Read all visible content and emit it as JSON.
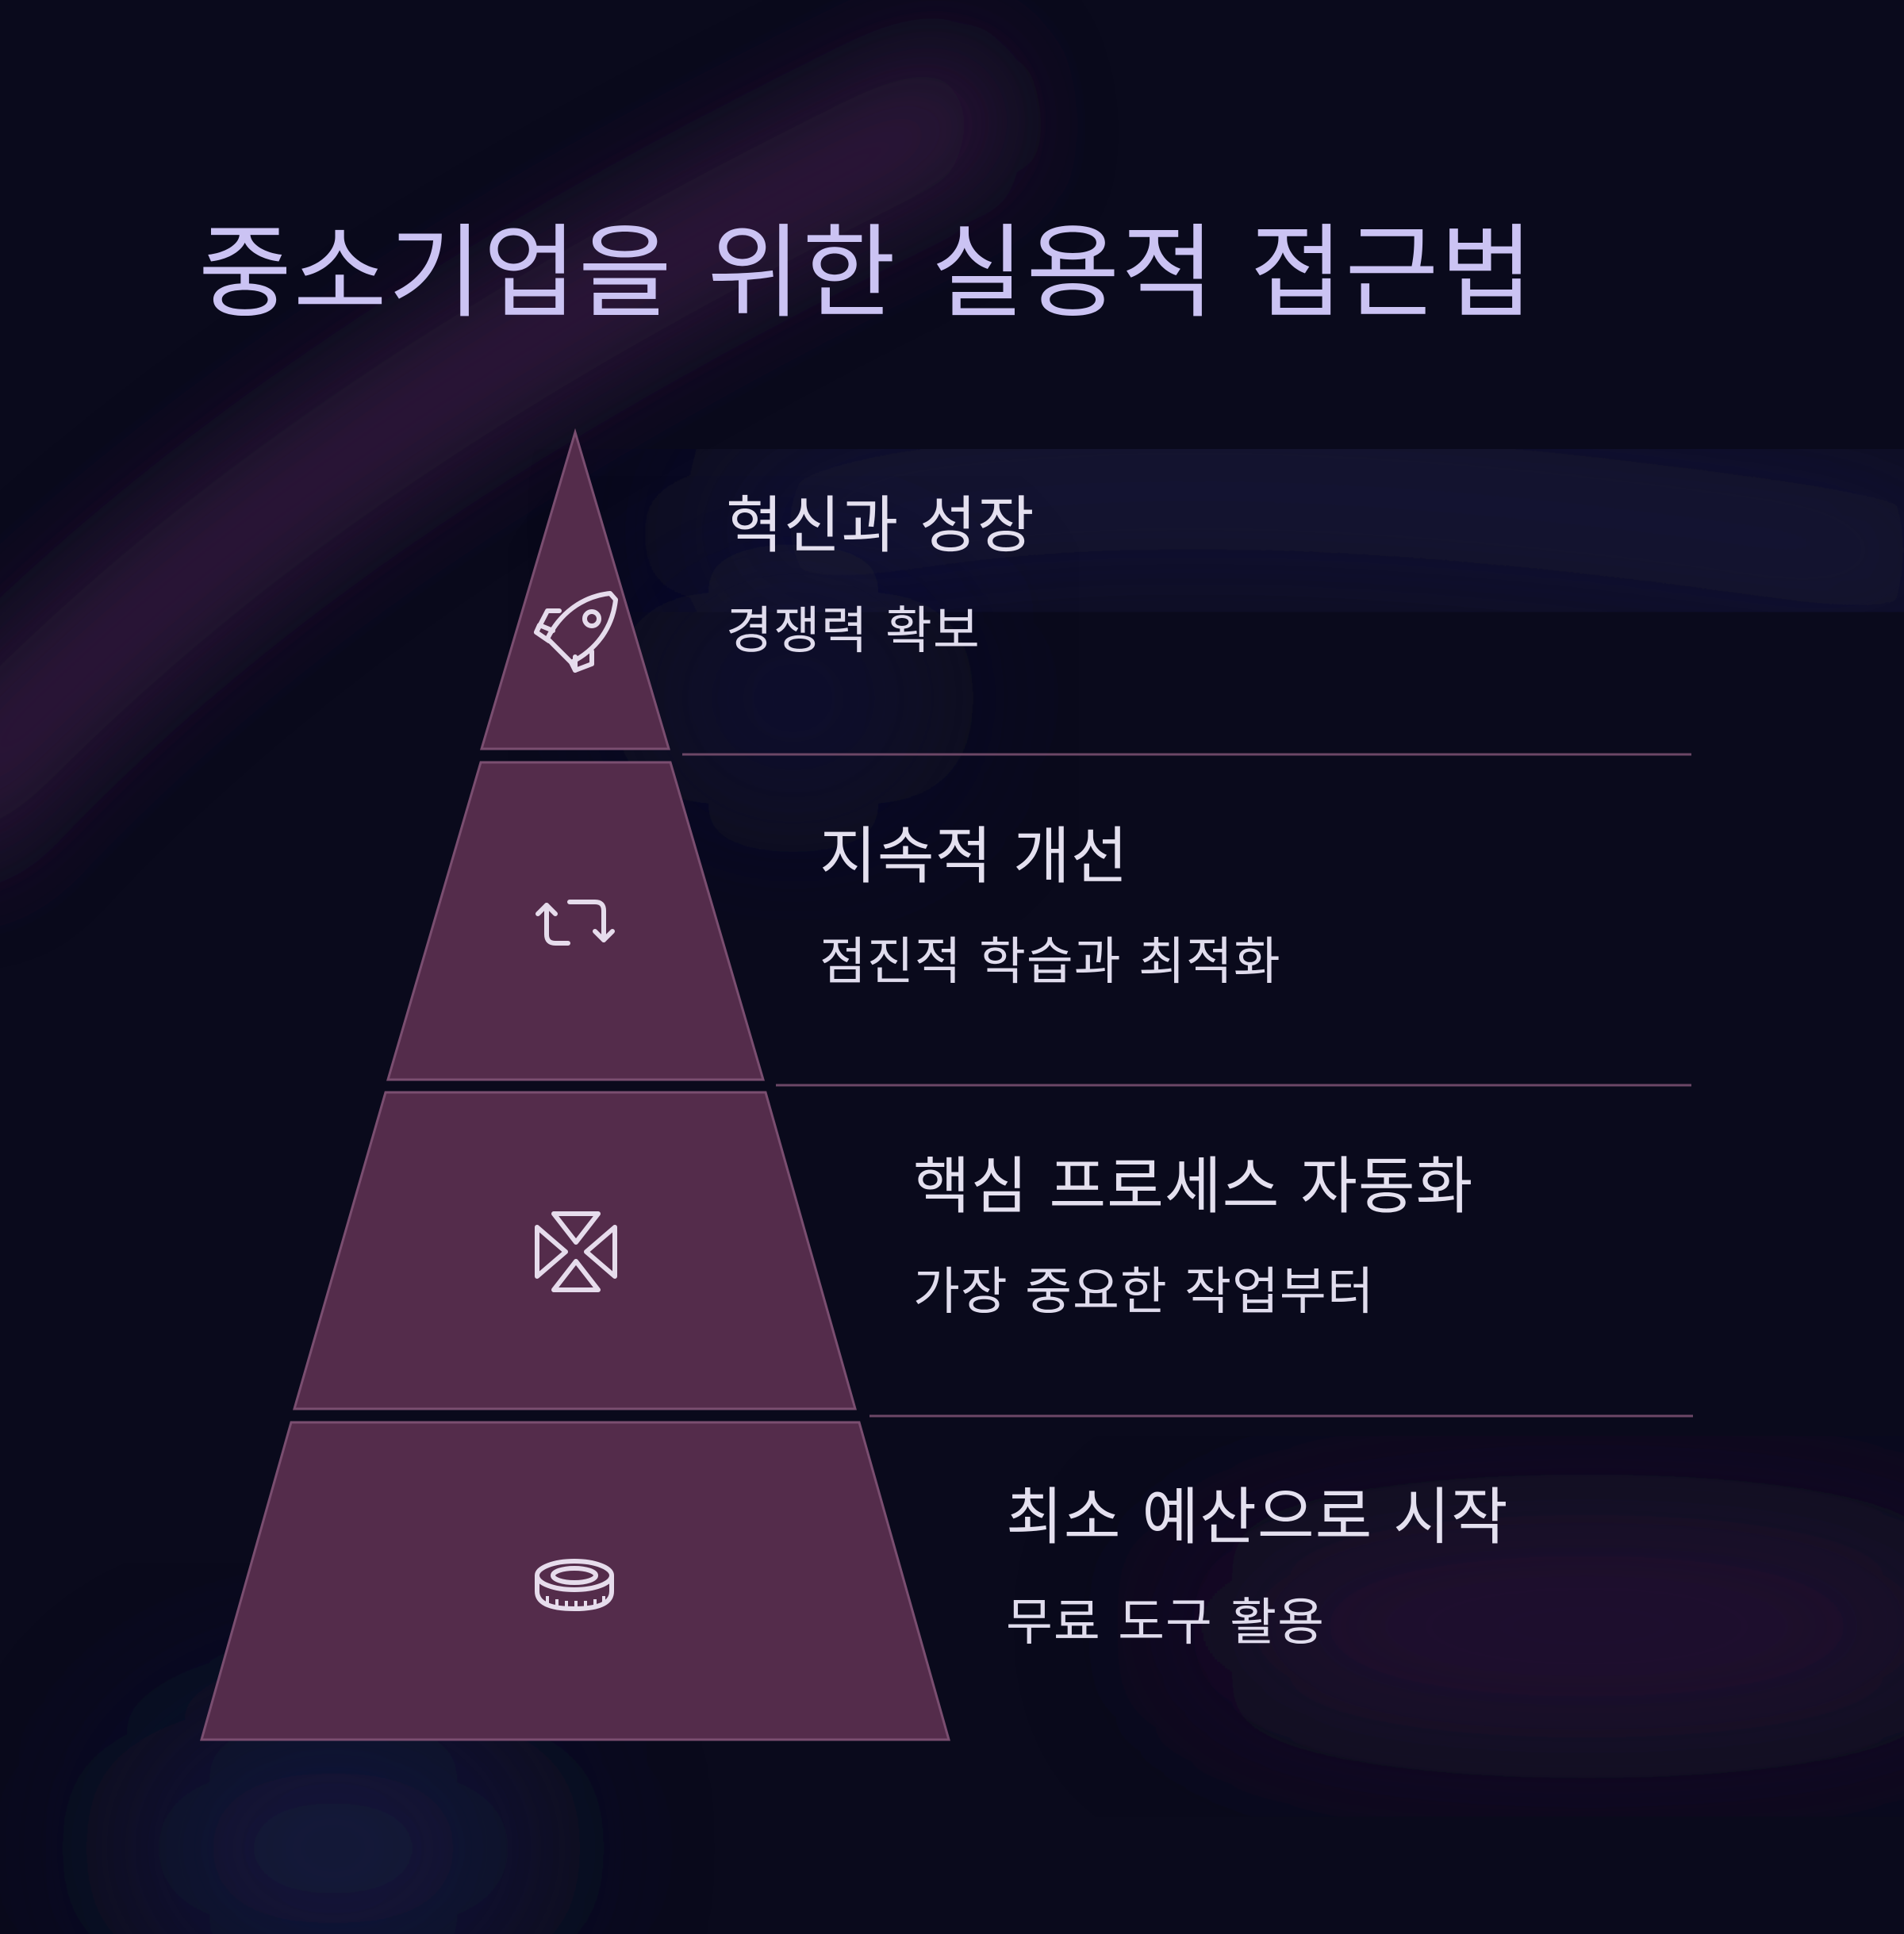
{
  "title": "중소기업을 위한 실용적 접근법",
  "colors": {
    "background": "#0a0a1c",
    "title": "#cbc3f3",
    "tier_fill": "#542c4b",
    "tier_stroke": "#7a4e70",
    "divider": "#6c4766",
    "icon": "#e6dcec",
    "text": "#e4e0ef"
  },
  "tiers": [
    {
      "heading": "혁신과 성장",
      "subheading": "경쟁력 확보",
      "icon": "rocket-icon"
    },
    {
      "heading": "지속적 개선",
      "subheading": "점진적 학습과 최적화",
      "icon": "repeat-arrows-icon"
    },
    {
      "heading": "핵심 프로세스 자동화",
      "subheading": "가장 중요한 작업부터",
      "icon": "hourglass-icon"
    },
    {
      "heading": "최소 예산으로 시작",
      "subheading": "무료 도구 활용",
      "icon": "coin-icon"
    }
  ]
}
